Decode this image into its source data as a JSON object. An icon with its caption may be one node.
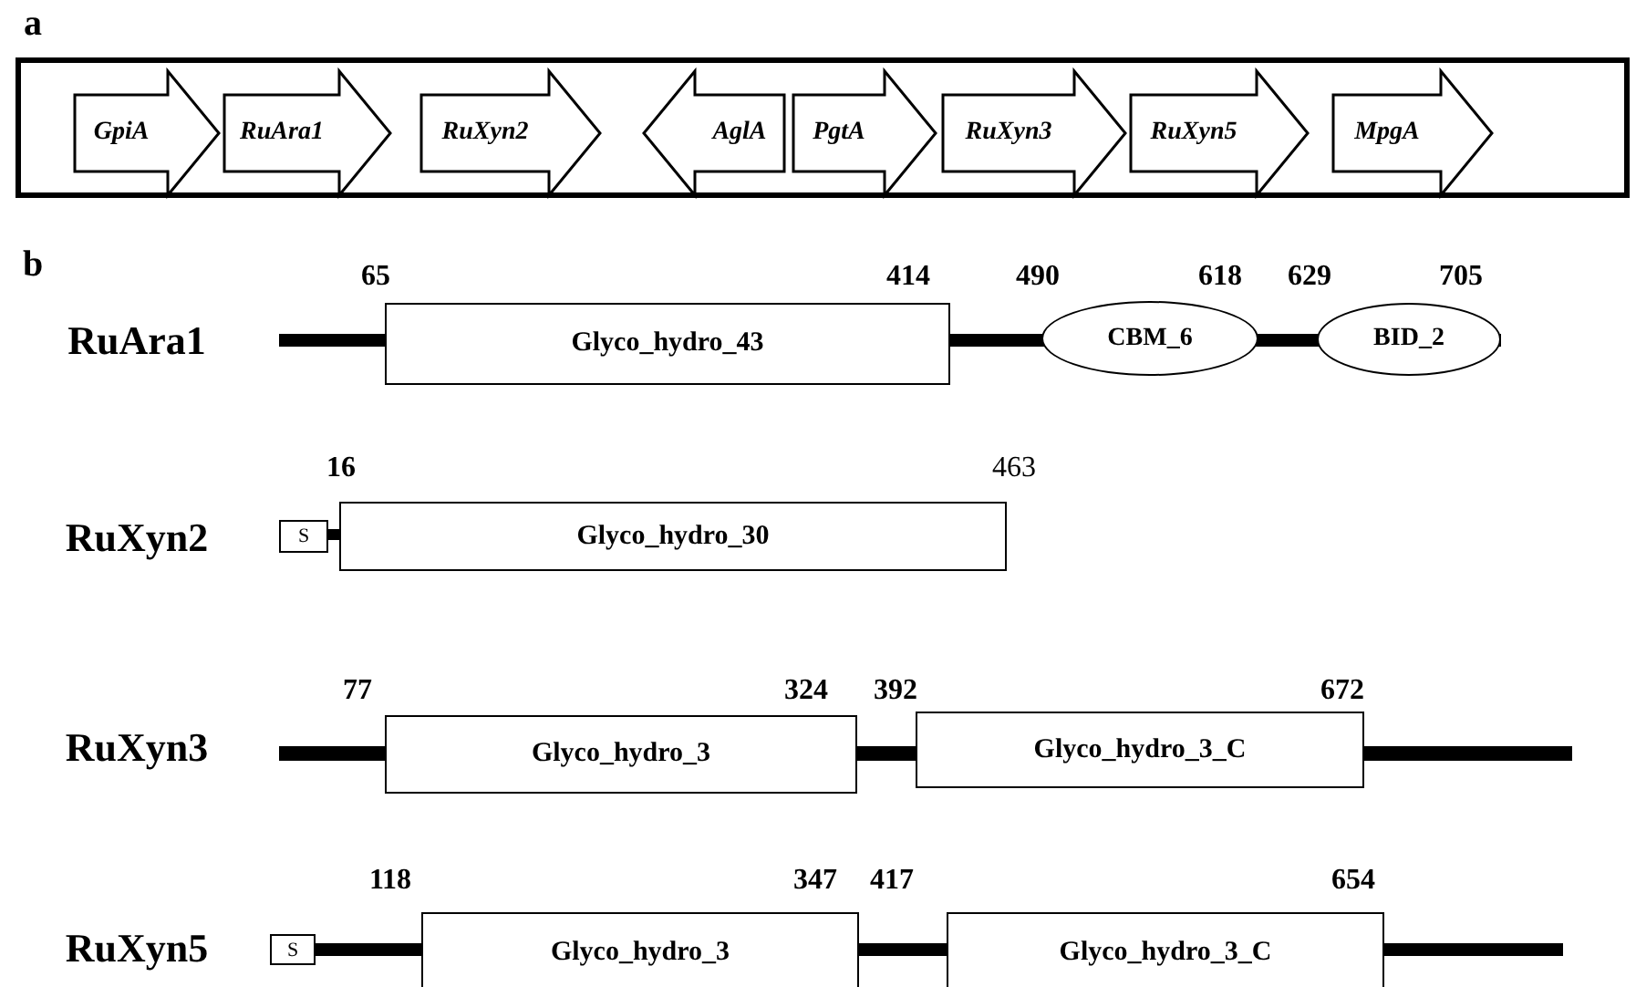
{
  "diagram": {
    "nodes": [
      {
        "text": [
          "GpiA"
        ]
      },
      {
        "text": [
          "RuAra1"
        ]
      },
      {
        "text": [
          "RuXyn2"
        ]
      },
      {
        "text": [
          "AglA"
        ]
      },
      {
        "text": [
          "PgtA"
        ]
      },
      {
        "text": [
          "RuXyn3"
        ]
      },
      {
        "text": [
          "RuXyn5"
        ]
      },
      {
        "text": [
          "MpgA"
        ]
      },
      {
        "text": [
          "Glyco_hydro_43"
        ]
      },
      {
        "text": [
          "CBM_6"
        ]
      },
      {
        "text": [
          "BID_2"
        ]
      },
      {
        "text": [
          "S"
        ]
      },
      {
        "text": [
          "Glyco_hydro_30"
        ]
      },
      {
        "text": [
          "Glyco_hydro_3"
        ]
      },
      {
        "text": [
          "Glyco_hydro_3_C"
        ]
      },
      {
        "text": [
          "S"
        ]
      },
      {
        "text": [
          "Glyco_hydro_3"
        ]
      },
      {
        "text": [
          "Glyco_hydro_3_C"
        ]
      }
    ],
    "labels": [
      "a",
      "b",
      "RuAra1",
      "65",
      "414",
      "490",
      "618",
      "629",
      "705",
      "RuXyn2",
      "16",
      "463",
      "RuXyn3",
      "77",
      "324",
      "392",
      "672",
      "RuXyn5",
      "118",
      "347",
      "417",
      "654"
    ]
  }
}
